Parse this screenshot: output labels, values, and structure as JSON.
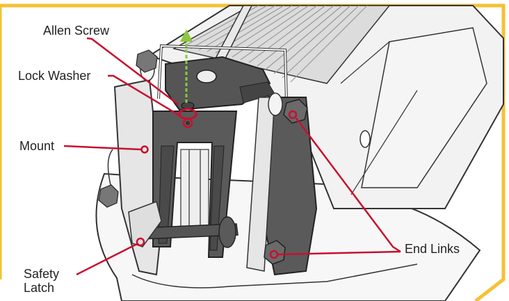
{
  "colors": {
    "frame": "#f5c235",
    "leader": "#c8102e",
    "arrow": "#8cc63f",
    "outline": "#333333",
    "dark_part": "#555555",
    "light_part": "#f2f2f2"
  },
  "callouts": {
    "allen_screw": "Allen Screw",
    "lock_washer": "Lock Washer",
    "mount": "Mount",
    "safety_latch_line1": "Safety",
    "safety_latch_line2": "Latch",
    "end_links": "End Links"
  }
}
